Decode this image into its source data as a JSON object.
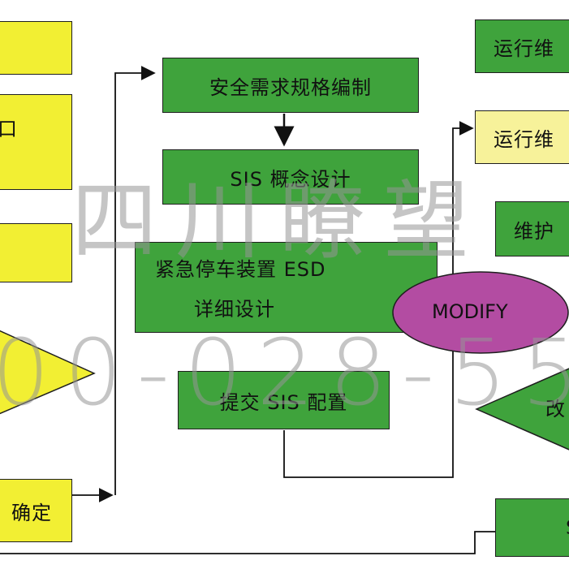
{
  "left_column": {
    "box_top_text": "",
    "box_mid_text": "口",
    "box_lower_text": "",
    "diamond_text": "",
    "box_bottom_text": "确定"
  },
  "center_column": {
    "step1": "安全需求规格编制",
    "step2": "SIS 概念设计",
    "step3_line1": "紧急停车装置 ESD",
    "step3_line2": "详细设计",
    "step4": "提交 SIS 配置"
  },
  "right_column": {
    "box1": "运行维",
    "box2": "运行维",
    "box3": "维护",
    "ellipse": "MODIFY",
    "diamond": "改",
    "box_bottom": "S"
  },
  "watermark": {
    "line1": "四川瞭望",
    "line2": "00-028-55"
  },
  "colors": {
    "green": "#3fa33c",
    "yellow": "#f2ef33",
    "light_yellow": "#f7f29a",
    "modify_ellipse": "#b34ca2"
  }
}
